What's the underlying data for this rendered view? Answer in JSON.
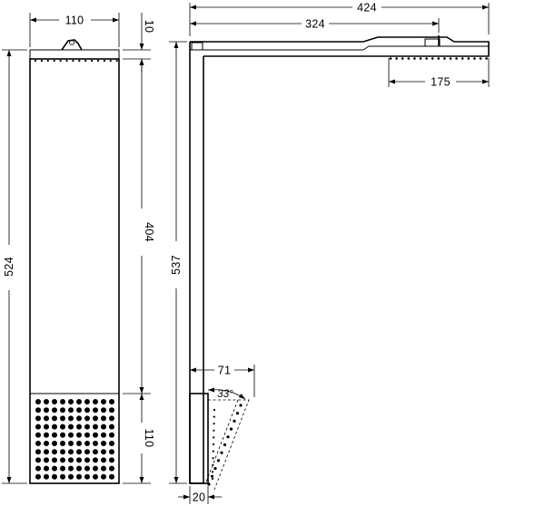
{
  "dimensions": {
    "front_width": "110",
    "top_height": "10",
    "total_height": "524",
    "middle_height": "404",
    "bottom_height": "110",
    "overall_width": "424",
    "arm_length": "324",
    "head_width": "175",
    "side_height": "537",
    "outlet_depth": "71",
    "tilt_angle": "33°",
    "base_depth": "20"
  }
}
